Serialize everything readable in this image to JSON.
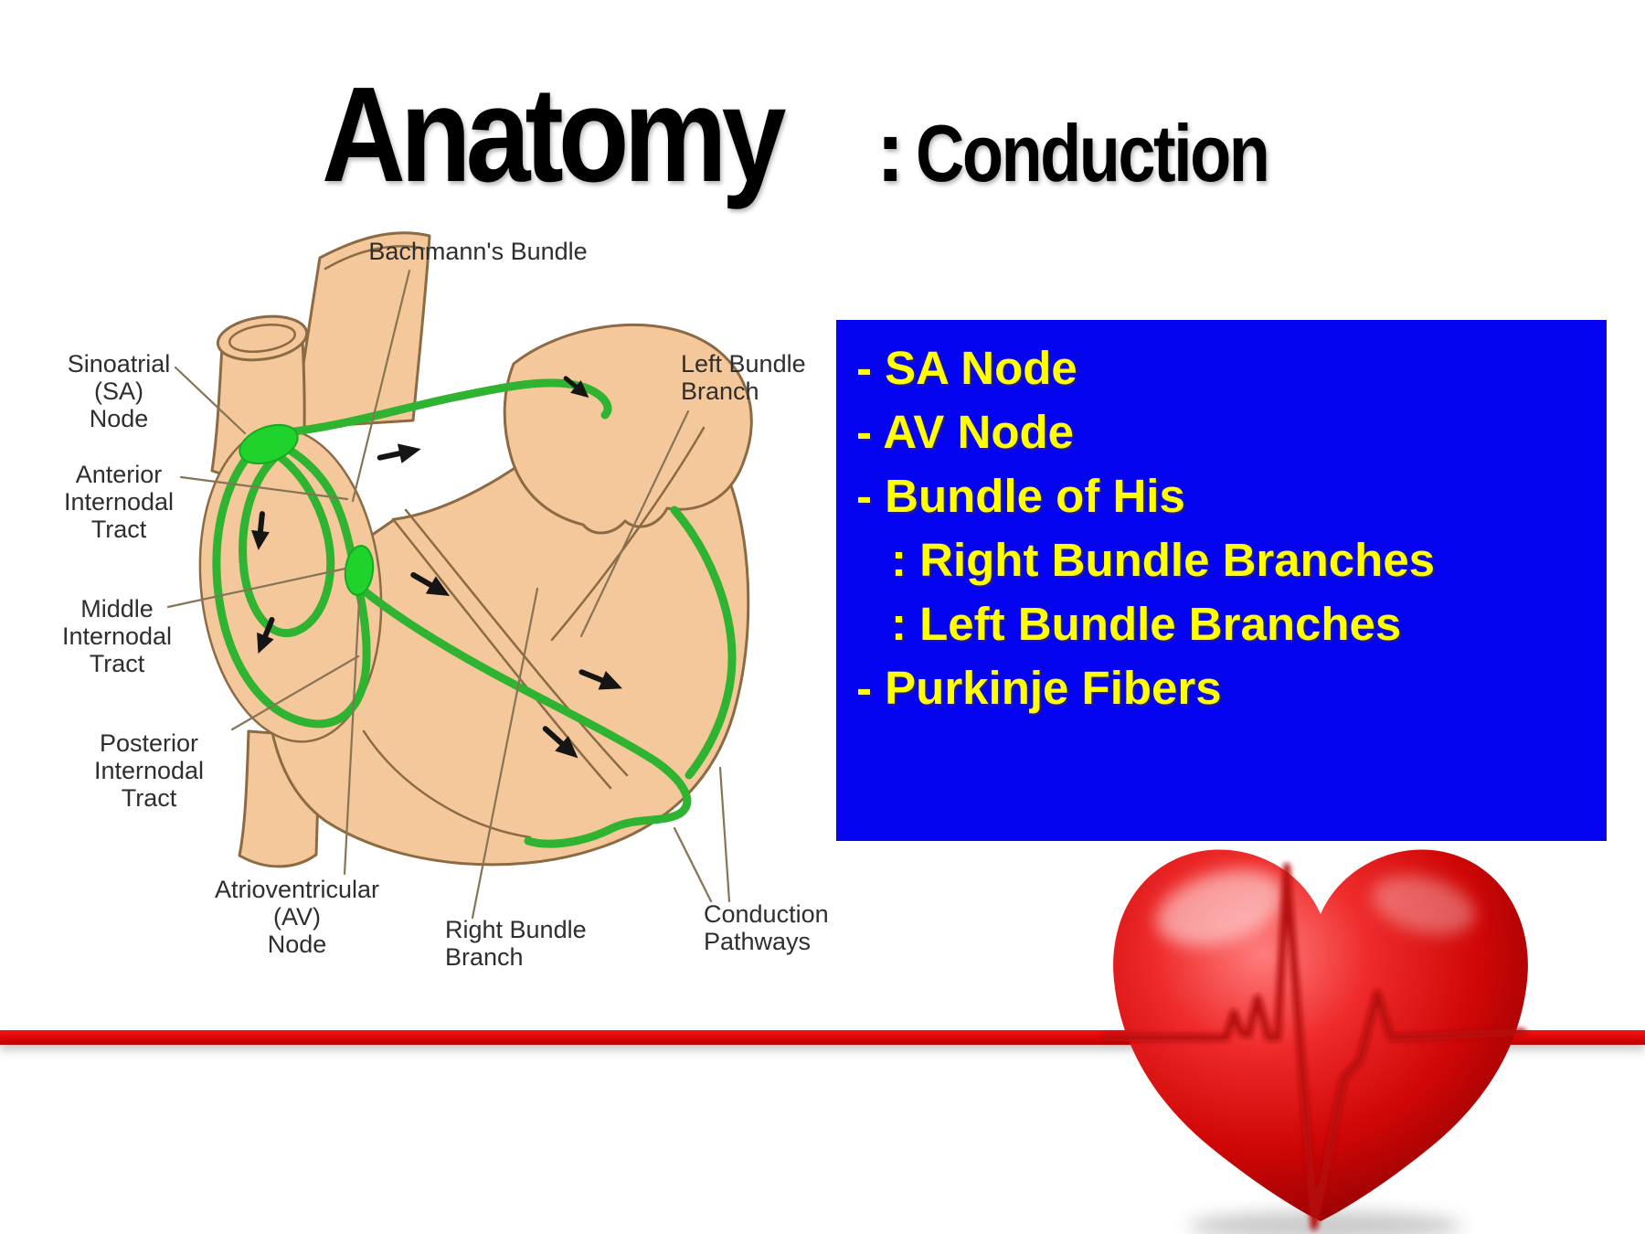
{
  "slide": {
    "background": "#ffffff",
    "title": {
      "main": "Anatomy",
      "colon": ":",
      "sub": "Conduction"
    },
    "list": {
      "bg_color": "#0404f2",
      "text_color": "#ffff00",
      "items": [
        {
          "text": "- SA Node",
          "indent": false
        },
        {
          "text": "- AV Node",
          "indent": false
        },
        {
          "text": "- Bundle of His",
          "indent": false
        },
        {
          "text": ": Right Bundle Branches",
          "indent": true
        },
        {
          "text": ": Left Bundle Branches",
          "indent": true
        },
        {
          "text": "- Purkinje Fibers",
          "indent": false
        }
      ]
    },
    "diagram": {
      "colors": {
        "body": "#f5c89c",
        "outline": "#8b6b44",
        "pathway": "#2eb431",
        "node": "#1fd32c",
        "label_text": "#2e2e2e",
        "leader_line": "#867457"
      },
      "labels": [
        {
          "id": "bachmanns-bundle",
          "lines": [
            "Bachmann's Bundle"
          ]
        },
        {
          "id": "sinoatrial-node",
          "lines": [
            "Sinoatrial",
            "(SA)",
            "Node"
          ]
        },
        {
          "id": "anterior-internodal-tract",
          "lines": [
            "Anterior",
            "Internodal",
            "Tract"
          ]
        },
        {
          "id": "middle-internodal-tract",
          "lines": [
            "Middle",
            "Internodal",
            "Tract"
          ]
        },
        {
          "id": "posterior-internodal-tract",
          "lines": [
            "Posterior",
            "Internodal",
            "Tract"
          ]
        },
        {
          "id": "atrioventricular-node",
          "lines": [
            "Atrioventricular",
            "(AV)",
            "Node"
          ]
        },
        {
          "id": "right-bundle-branch",
          "lines": [
            "Right Bundle",
            "Branch"
          ]
        },
        {
          "id": "conduction-pathways",
          "lines": [
            "Conduction",
            "Pathways"
          ]
        },
        {
          "id": "left-bundle-branch",
          "lines": [
            "Left Bundle",
            "Branch"
          ]
        }
      ]
    },
    "footer": {
      "ecg_line_color": "#dd0606",
      "heart_icon": "glossy-red-heart-with-ecg-trace"
    }
  }
}
